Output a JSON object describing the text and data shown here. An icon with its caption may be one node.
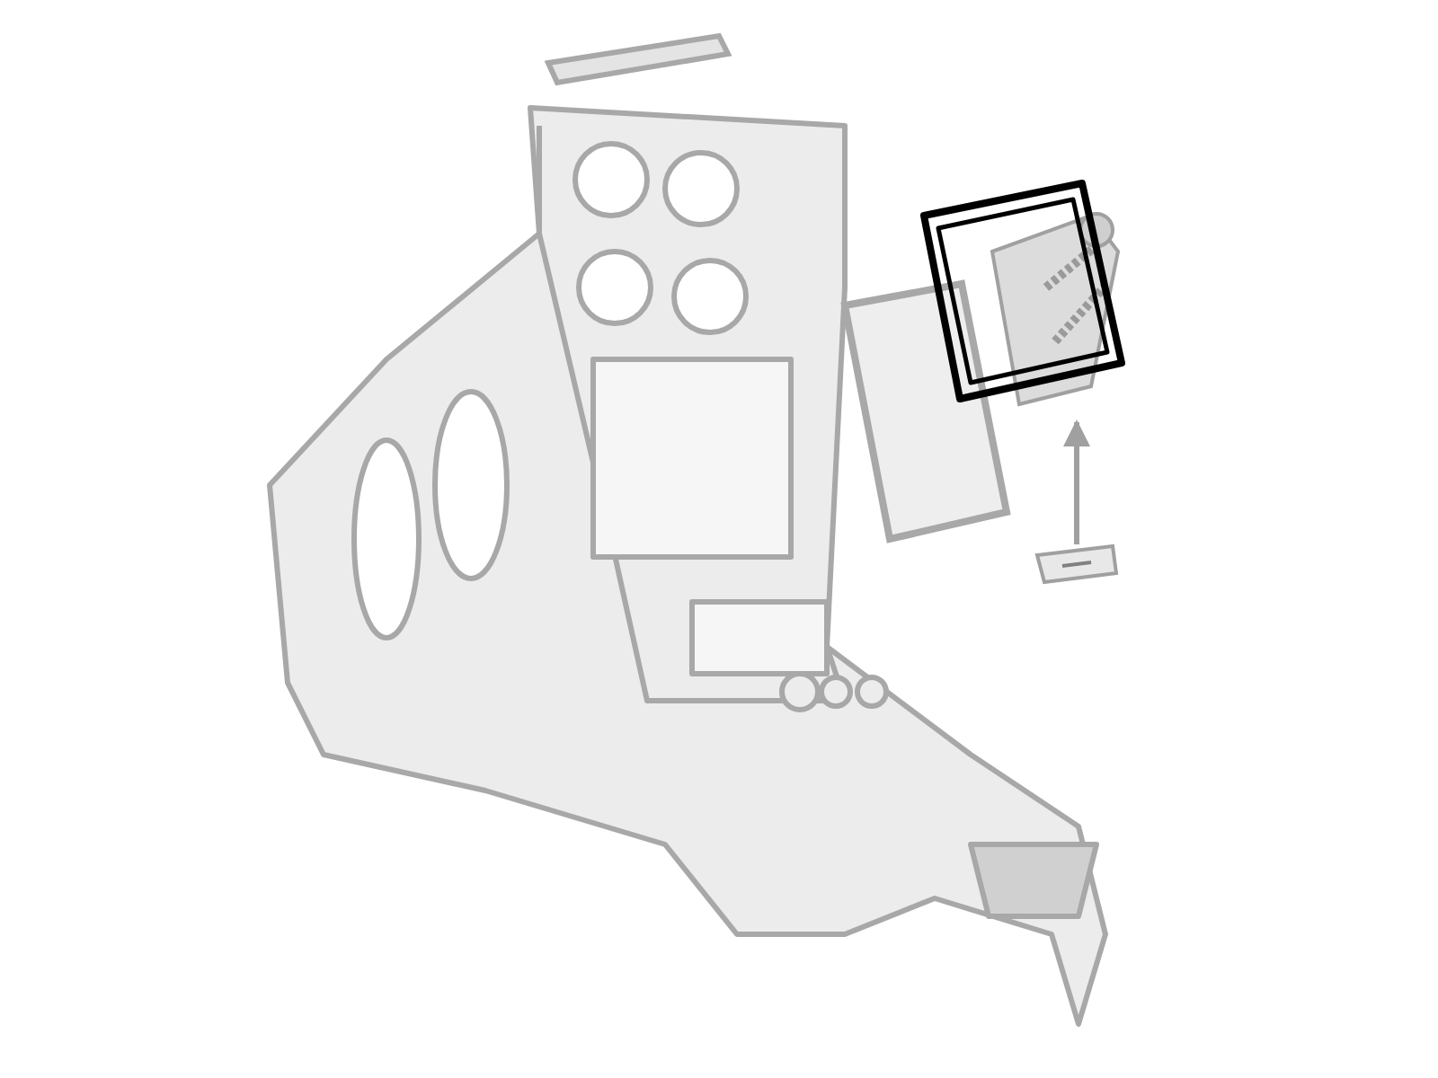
{
  "diagram": {
    "nodes": [
      {
        "text": [],
        "shape": "picture"
      },
      {
        "text": [],
        "shape": "picture"
      }
    ],
    "edges": [
      {
        "from": 1,
        "to": 0,
        "arrow": "to"
      }
    ]
  }
}
